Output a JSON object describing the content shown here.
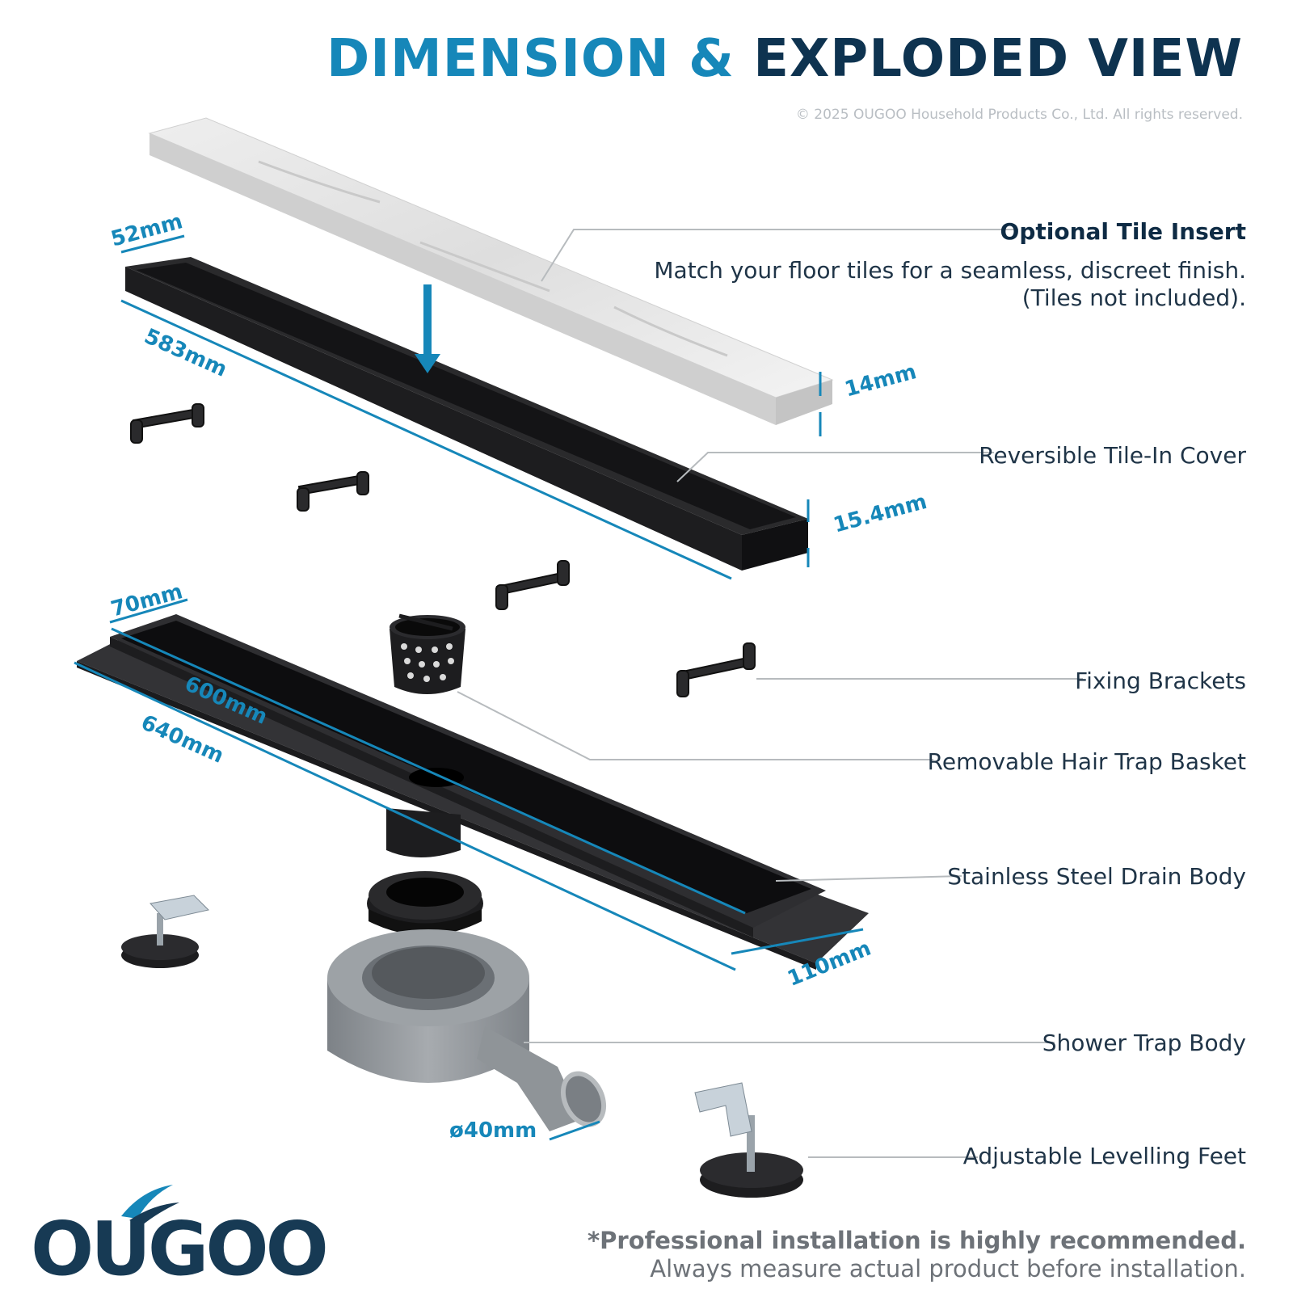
{
  "header": {
    "title_part1": "DIMENSION &",
    "title_part2": "EXPLODED VIEW",
    "copyright": "© 2025 OUGOO Household Products Co., Ltd. All rights reserved."
  },
  "labels": {
    "tile_insert_title": "Optional Tile Insert",
    "tile_insert_desc_line1": "Match your floor tiles for a seamless, discreet finish.",
    "tile_insert_desc_line2": "(Tiles not included).",
    "cover": "Reversible Tile-In Cover",
    "brackets": "Fixing Brackets",
    "basket": "Removable Hair Trap Basket",
    "drain_body": "Stainless Steel Drain Body",
    "trap_body": "Shower Trap Body",
    "feet": "Adjustable Levelling Feet"
  },
  "dimensions": {
    "cover_width": "52mm",
    "cover_length": "583mm",
    "tile_thickness": "14mm",
    "cover_height": "15.4mm",
    "channel_width": "70mm",
    "channel_length": "600mm",
    "flange_length": "640mm",
    "flange_width": "110mm",
    "outlet_diameter": "ø40mm"
  },
  "footer": {
    "note_bold": "*Professional installation is highly recommended.",
    "note_regular": "Always measure actual product before installation."
  },
  "brand": {
    "logo_text": "OUGOO"
  },
  "colors": {
    "accent": "#1687b9",
    "navy": "#0e3350",
    "metal_black": "#1d1d1f",
    "trap_grey": "#8f9498"
  }
}
